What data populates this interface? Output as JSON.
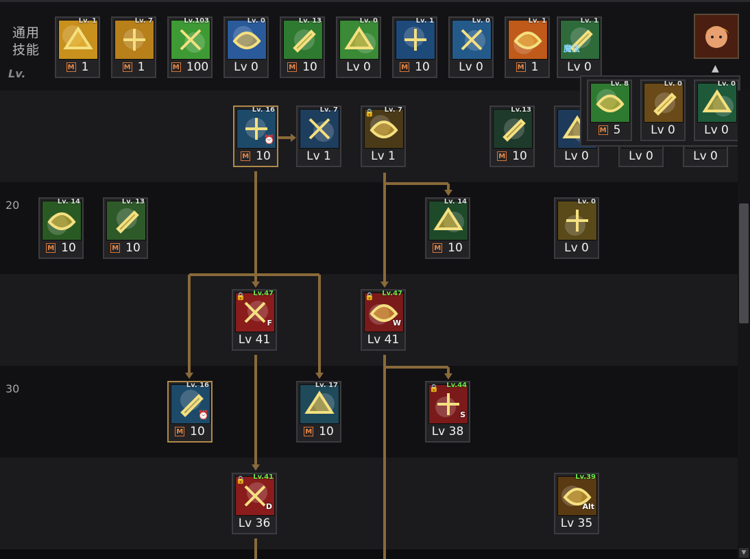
{
  "category_label": "通用\n技能",
  "lv_label": "Lv.",
  "row_numbers": [
    "20",
    "30"
  ],
  "common_skills": [
    {
      "level_tag": "Lv. 1",
      "badge": "M",
      "value": "1",
      "color": "#c8901c"
    },
    {
      "level_tag": "Lv. 7",
      "badge": "M",
      "value": "1",
      "color": "#b8801a"
    },
    {
      "level_tag": "Lv.103",
      "badge": "M",
      "value": "100",
      "color": "#3e9a34"
    },
    {
      "level_tag": "Lv. 0",
      "badge": "",
      "value": "Lv 0",
      "color": "#2a5a9a"
    },
    {
      "level_tag": "Lv. 13",
      "badge": "M",
      "value": "10",
      "color": "#2e7a30"
    },
    {
      "level_tag": "Lv. 0",
      "badge": "",
      "value": "Lv 0",
      "color": "#3a8a36"
    },
    {
      "level_tag": "Lv. 1",
      "badge": "M",
      "value": "10",
      "color": "#1e4a7a"
    },
    {
      "level_tag": "Lv. 0",
      "badge": "",
      "value": "Lv 0",
      "color": "#245a8a"
    },
    {
      "level_tag": "Lv. 1",
      "badge": "M",
      "value": "1",
      "color": "#c05a1a"
    },
    {
      "level_tag": "Lv. 1",
      "badge": "",
      "value": "Lv 0",
      "color": "#2e6a3a",
      "caption": "魔法"
    }
  ],
  "popup_skills": [
    {
      "level_tag": "Lv. 8",
      "badge": "M",
      "value": "5",
      "color": "#2e7a30"
    },
    {
      "level_tag": "Lv. 0",
      "badge": "",
      "value": "Lv 0",
      "color": "#6a4a18"
    },
    {
      "level_tag": "Lv. 0",
      "badge": "",
      "value": "Lv 0",
      "color": "#1e5a3a"
    }
  ],
  "tree_skills": [
    {
      "id": "s1",
      "level_tag": "Lv. 16",
      "badge": "M",
      "value": "10",
      "color": "#1e4a6a",
      "framed": true,
      "clock": true
    },
    {
      "id": "s2",
      "level_tag": "Lv. 7",
      "badge": "",
      "value": "Lv 1",
      "color": "#1e3e5e"
    },
    {
      "id": "s3",
      "level_tag": "Lv. 7",
      "badge": "",
      "value": "Lv 1",
      "color": "#4a3a18",
      "lock": true
    },
    {
      "id": "s4",
      "level_tag": "Lv.13",
      "badge": "M",
      "value": "10",
      "color": "#1e3a2a"
    },
    {
      "id": "s5",
      "level_tag": "",
      "badge": "",
      "value": "Lv 0",
      "color": "#1e3a5a"
    },
    {
      "id": "s6",
      "level_tag": "",
      "badge": "",
      "value": "Lv 0",
      "color": "#222"
    },
    {
      "id": "s7",
      "level_tag": "",
      "badge": "",
      "value": "Lv 0",
      "color": "#222"
    },
    {
      "id": "s8",
      "level_tag": "Lv. 14",
      "badge": "M",
      "value": "10",
      "color": "#2a5a24"
    },
    {
      "id": "s9",
      "level_tag": "Lv. 13",
      "badge": "M",
      "value": "10",
      "color": "#2e5a2a"
    },
    {
      "id": "s10",
      "level_tag": "Lv. 14",
      "badge": "M",
      "value": "10",
      "color": "#1e4a2a"
    },
    {
      "id": "s11",
      "level_tag": "Lv. 0",
      "badge": "",
      "value": "Lv 0",
      "color": "#5a4a1a"
    },
    {
      "id": "s12",
      "level_tag": "Lv.47",
      "badge": "",
      "value": "Lv 41",
      "color": "#8a1c1c",
      "lock": true,
      "green": true,
      "hotkey": "F"
    },
    {
      "id": "s13",
      "level_tag": "Lv.47",
      "badge": "",
      "value": "Lv 41",
      "color": "#7a1a1a",
      "lock": true,
      "green": true,
      "hotkey": "W"
    },
    {
      "id": "s14",
      "level_tag": "Lv. 16",
      "badge": "M",
      "value": "10",
      "color": "#1e4a6a",
      "framed": true,
      "clock": true
    },
    {
      "id": "s15",
      "level_tag": "Lv. 17",
      "badge": "M",
      "value": "10",
      "color": "#1e4a5a"
    },
    {
      "id": "s16",
      "level_tag": "Lv.44",
      "badge": "",
      "value": "Lv 38",
      "color": "#7a1a1a",
      "lock": true,
      "green": true,
      "hotkey": "S"
    },
    {
      "id": "s17",
      "level_tag": "Lv.41",
      "badge": "",
      "value": "Lv 36",
      "color": "#8a1c1c",
      "lock": true,
      "green": true,
      "hotkey": "D"
    },
    {
      "id": "s18",
      "level_tag": "Lv.39",
      "badge": "",
      "value": "Lv 35",
      "color": "#5a3a12",
      "green": true,
      "hotkey": "Alt"
    }
  ]
}
